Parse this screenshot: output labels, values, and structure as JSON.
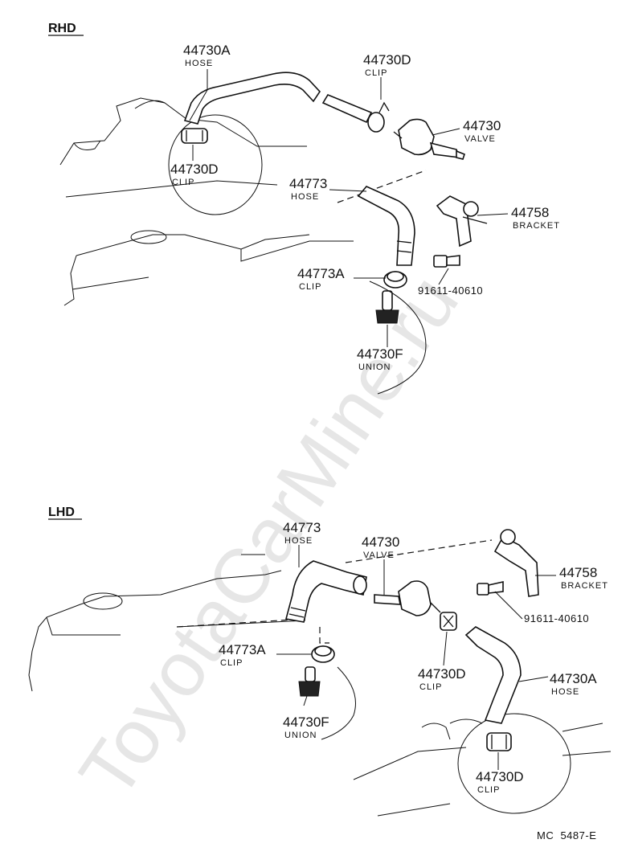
{
  "watermark": "ToyotaCarMine.ru",
  "figure_code": "MC  5487-E",
  "rhd": {
    "section_label": "RHD",
    "parts": [
      {
        "num": "44730A",
        "name": "HOSE"
      },
      {
        "num": "44730D",
        "name": "CLIP"
      },
      {
        "num": "44730",
        "name": "VALVE"
      },
      {
        "num": "44730D",
        "name": "CLIP"
      },
      {
        "num": "44773",
        "name": "HOSE"
      },
      {
        "num": "44758",
        "name": "BRACKET"
      },
      {
        "num": "44773A",
        "name": "CLIP"
      },
      {
        "num": "91611-40610",
        "name": ""
      },
      {
        "num": "44730F",
        "name": "UNION"
      }
    ]
  },
  "lhd": {
    "section_label": "LHD",
    "parts": [
      {
        "num": "44773",
        "name": "HOSE"
      },
      {
        "num": "44730",
        "name": "VALVE"
      },
      {
        "num": "44758",
        "name": "BRACKET"
      },
      {
        "num": "91611-40610",
        "name": ""
      },
      {
        "num": "44773A",
        "name": "CLIP"
      },
      {
        "num": "44730D",
        "name": "CLIP"
      },
      {
        "num": "44730A",
        "name": "HOSE"
      },
      {
        "num": "44730F",
        "name": "UNION"
      },
      {
        "num": "44730D",
        "name": "CLIP"
      }
    ]
  }
}
